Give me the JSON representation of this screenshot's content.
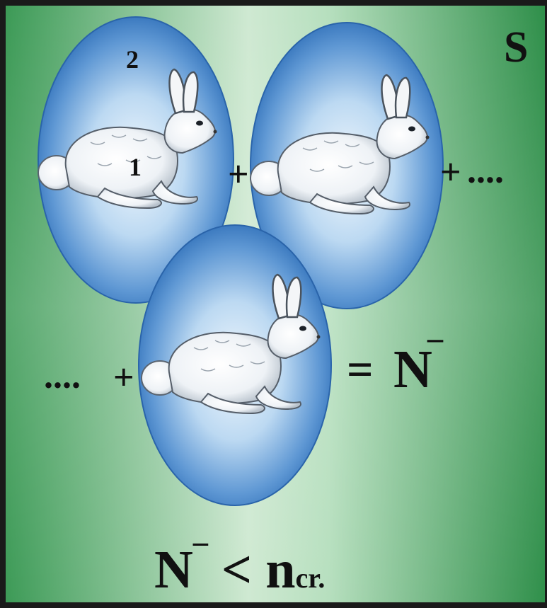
{
  "corner_label": "S",
  "egg_numbers": [
    "2",
    "1"
  ],
  "operators": {
    "plus_between_top": "+",
    "plus_after_top": "+",
    "dots_after_top": "....",
    "dots_before_bottom": "....",
    "plus_before_bottom": "+",
    "equals": "="
  },
  "result": {
    "symbol": "N",
    "superscript": "¯"
  },
  "condition": {
    "lhs": "N",
    "lhs_superscript": "¯",
    "relation": "<",
    "rhs": "n",
    "rhs_subscript": "cr."
  },
  "colors": {
    "background_green": "#3f9e58",
    "background_light": "#d4ecd8",
    "egg_blue": "#4a86c8",
    "egg_center": "#e2f0fb",
    "text": "#111111"
  },
  "eggs": [
    {
      "name": "egg-top-left",
      "content": "rabbit-icon"
    },
    {
      "name": "egg-top-right",
      "content": "rabbit-icon"
    },
    {
      "name": "egg-bottom-center",
      "content": "rabbit-icon"
    }
  ]
}
